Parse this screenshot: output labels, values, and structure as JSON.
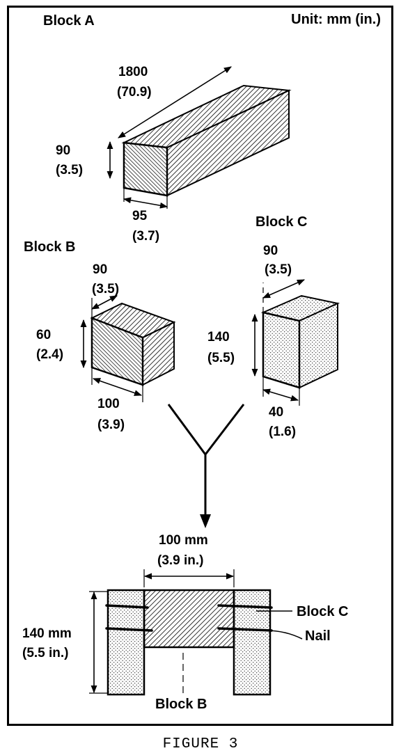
{
  "header": {
    "unit": "Unit: mm (in.)"
  },
  "block_a": {
    "title": "Block A",
    "length_mm": "1800",
    "length_in": "(70.9)",
    "height_mm": "90",
    "height_in": "(3.5)",
    "width_mm": "95",
    "width_in": "(3.7)"
  },
  "block_b": {
    "title": "Block B",
    "depth_mm": "90",
    "depth_in": "(3.5)",
    "height_mm": "60",
    "height_in": "(2.4)",
    "width_mm": "100",
    "width_in": "(3.9)"
  },
  "block_c": {
    "title": "Block C",
    "depth_mm": "90",
    "depth_in": "(3.5)",
    "height_mm": "140",
    "height_in": "(5.5)",
    "width_mm": "40",
    "width_in": "(1.6)"
  },
  "assembly": {
    "width_mm": "100 mm",
    "width_in": "(3.9 in.)",
    "height_mm": "140 mm",
    "height_in": "(5.5 in.)",
    "label_block_c": "Block C",
    "label_nail": "Nail",
    "label_block_b": "Block B"
  },
  "caption": "FIGURE 3"
}
